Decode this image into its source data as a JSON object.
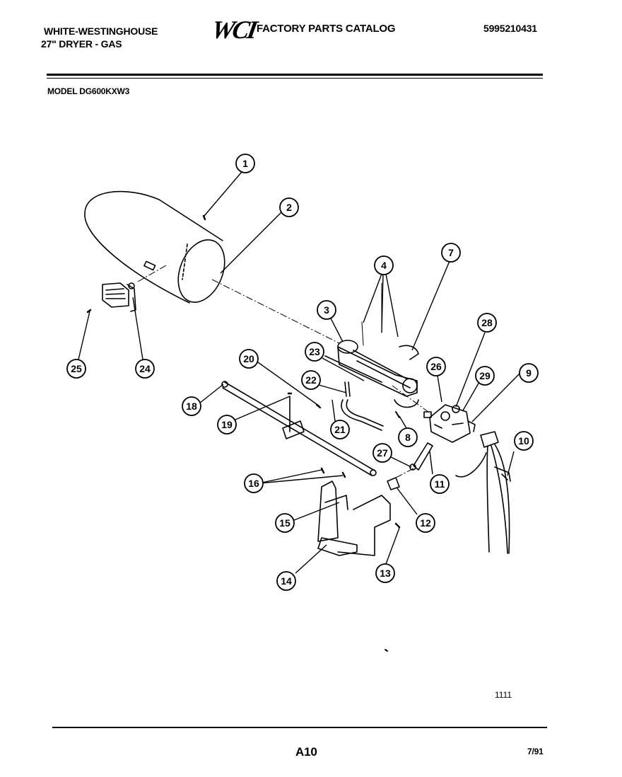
{
  "header": {
    "brand_line1": "WHITE-WESTINGHOUSE",
    "brand_line2": "27\" DRYER - GAS",
    "logo_text": "WCI",
    "catalog_title": "FACTORY PARTS CATALOG",
    "part_number": "5995210431",
    "model": "MODEL DG600KXW3"
  },
  "callouts": [
    "1",
    "2",
    "3",
    "4",
    "7",
    "28",
    "26",
    "29",
    "9",
    "23",
    "20",
    "22",
    "25",
    "24",
    "18",
    "19",
    "21",
    "8",
    "27",
    "10",
    "11",
    "16",
    "15",
    "12",
    "14",
    "13"
  ],
  "footer": {
    "figure_code": "1111",
    "page": "A10",
    "date": "7/91"
  }
}
